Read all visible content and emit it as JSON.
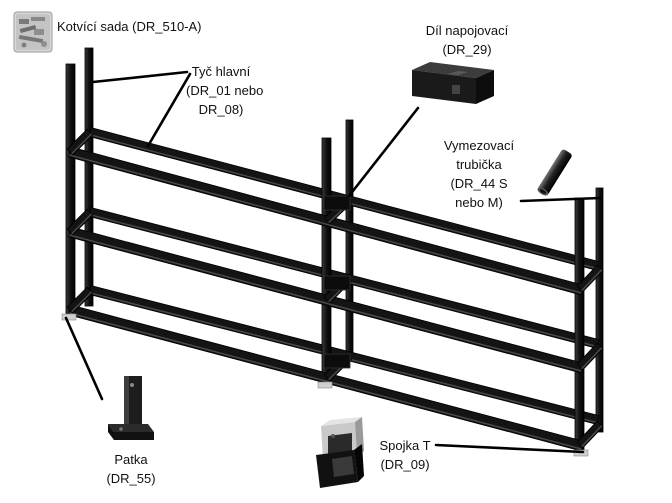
{
  "labels": {
    "anchor_kit": "Kotvící sada (DR_510-A)",
    "main_bar": [
      "Tyč hlavní",
      "(DR_01 nebo",
      "DR_08)"
    ],
    "connector": [
      "Díl napojovací",
      "(DR_29)"
    ],
    "spacer_tube": [
      "Vymezovací",
      "trubička",
      "(DR_44 S",
      "nebo M)"
    ],
    "foot": [
      "Patka",
      "(DR_55)"
    ],
    "t_joint": [
      "Spojka T",
      "(DR_09)"
    ]
  },
  "colors": {
    "frame": "#151515",
    "frame_edge": "#3a3a3a",
    "leader": "#000000",
    "part_dark": "#1c1c1c",
    "part_light": "#8a8a8a"
  },
  "icons": {
    "anchor_kit": "anchor-kit-bag-icon",
    "connector": "connector-block-icon",
    "spacer_tube": "spacer-tube-icon",
    "foot": "foot-bracket-icon",
    "t_joint": "t-joint-icon"
  }
}
